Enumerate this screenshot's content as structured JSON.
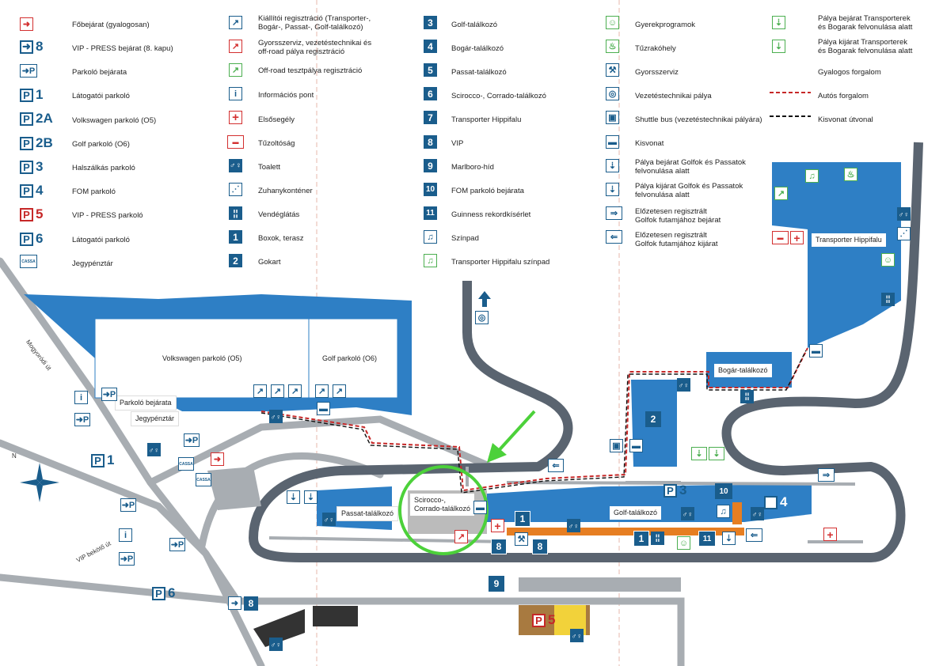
{
  "legend": {
    "col1": [
      {
        "icon": "entrance-arrow-icon",
        "text": "Főbejárat (gyalogosan)"
      },
      {
        "icon": "gate-8-icon",
        "sym": "8",
        "text": "VIP - PRESS bejárat (8. kapu)"
      },
      {
        "icon": "parking-entrance-icon",
        "text": "Parkoló bejárata"
      },
      {
        "icon": "parking-p1-icon",
        "sym": "1",
        "text": "Látogatói parkoló"
      },
      {
        "icon": "parking-p2a-icon",
        "sym": "2A",
        "text": "Volkswagen parkoló (O5)"
      },
      {
        "icon": "parking-p2b-icon",
        "sym": "2B",
        "text": "Golf parkoló (O6)"
      },
      {
        "icon": "parking-p3-icon",
        "sym": "3",
        "text": "Halszálkás parkoló"
      },
      {
        "icon": "parking-p4-icon",
        "sym": "4",
        "text": "FOM parkoló"
      },
      {
        "icon": "parking-p5-icon",
        "sym": "5",
        "text": "VIP - PRESS parkoló"
      },
      {
        "icon": "parking-p6-icon",
        "sym": "6",
        "text": "Látogatói parkoló"
      },
      {
        "icon": "ticket-office-icon",
        "sym": "CASSA",
        "text": "Jegypénztár"
      }
    ],
    "col2": [
      {
        "icon": "registration-icon",
        "text": "Kiállítói regisztráció (Transporter-,\nBogár-, Passat-, Golf-találkozó)"
      },
      {
        "icon": "fast-service-registration-icon",
        "text": "Gyorsszerviz, vezetéstechnikai és\noff-road pálya regisztráció"
      },
      {
        "icon": "offroad-registration-icon",
        "text": "Off-road tesztpálya regisztráció"
      },
      {
        "icon": "info-icon",
        "sym": "i",
        "text": "Információs pont"
      },
      {
        "icon": "first-aid-icon",
        "sym": "+",
        "text": "Elsősegély"
      },
      {
        "icon": "fire-department-icon",
        "text": "Tűzoltóság"
      },
      {
        "icon": "toilet-icon",
        "text": "Toalett"
      },
      {
        "icon": "shower-icon",
        "text": "Zuhanykonténer"
      },
      {
        "icon": "catering-icon",
        "text": "Vendéglátás"
      },
      {
        "icon": "boxes-1-icon",
        "sym": "1",
        "text": "Boxok, terasz"
      },
      {
        "icon": "gokart-2-icon",
        "sym": "2",
        "text": "Gokart"
      }
    ],
    "col3": [
      {
        "icon": "meeting-3-icon",
        "sym": "3",
        "text": "Golf-találkozó"
      },
      {
        "icon": "meeting-4-icon",
        "sym": "4",
        "text": "Bogár-találkozó"
      },
      {
        "icon": "meeting-5-icon",
        "sym": "5",
        "text": "Passat-találkozó"
      },
      {
        "icon": "meeting-6-icon",
        "sym": "6",
        "text": "Scirocco-, Corrado-találkozó"
      },
      {
        "icon": "meeting-7-icon",
        "sym": "7",
        "text": "Transporter Hippifalu"
      },
      {
        "icon": "vip-8-icon",
        "sym": "8",
        "text": "VIP"
      },
      {
        "icon": "bridge-9-icon",
        "sym": "9",
        "text": "Marlboro-híd"
      },
      {
        "icon": "fom-10-icon",
        "sym": "10",
        "text": "FOM parkoló bejárata"
      },
      {
        "icon": "guinness-11-icon",
        "sym": "11",
        "text": "Guinness rekordkísérlet"
      },
      {
        "icon": "stage-icon",
        "text": "Színpad"
      },
      {
        "icon": "hippie-stage-icon",
        "text": "Transporter Hippifalu színpad"
      }
    ],
    "col4": [
      {
        "icon": "kids-program-icon",
        "text": "Gyerekprogramok"
      },
      {
        "icon": "fireplace-icon",
        "text": "Tűzrakóhely"
      },
      {
        "icon": "wrench-icon",
        "text": "Gyorsszerviz"
      },
      {
        "icon": "steering-wheel-icon",
        "text": "Vezetéstechnikai pálya"
      },
      {
        "icon": "shuttle-bus-icon",
        "text": "Shuttle bus (vezetéstechnikai pályára)"
      },
      {
        "icon": "mini-train-icon",
        "text": "Kisvonat"
      },
      {
        "icon": "track-entry-golf-icon",
        "text": "Pálya bejárat Golfok és Passatok\nfelvonulása alatt"
      },
      {
        "icon": "track-exit-golf-icon",
        "text": "Pálya kijárat Golfok és Passatok\nfelvonulása alatt"
      },
      {
        "icon": "prereg-entry-icon",
        "text": "Előzetesen regisztrált\nGolfok futamjához bejárat"
      },
      {
        "icon": "prereg-exit-icon",
        "text": "Előzetesen regisztrált\nGolfok futamjához kijárat"
      }
    ],
    "col5": [
      {
        "icon": "transporter-entry-icon",
        "text": "Pálya bejárat Transporterek\nés Bogarak felvonulása alatt"
      },
      {
        "icon": "transporter-exit-icon",
        "text": "Pálya kijárat Transporterek\nés  Bogarak felvonulása alatt"
      },
      {
        "icon": "pedestrian-line",
        "text": "Gyalogos forgalom"
      },
      {
        "icon": "car-traffic-line",
        "text": "Autós forgalom"
      },
      {
        "icon": "train-route-line",
        "text": "Kisvonat útvonal"
      }
    ]
  },
  "map": {
    "labels": {
      "vw_parking": "Volkswagen parkoló (O5)",
      "golf_parking": "Golf parkoló (O6)",
      "parking_entrance": "Parkoló bejárata",
      "ticket_office": "Jegypénztár",
      "passat": "Passat-találkozó",
      "scirocco": "Scirocco-,\nCorrado-találkozó",
      "golf": "Golf-találkozó",
      "bogar": "Bogár-találkozó",
      "hippifalu": "Transporter Hippifalu",
      "road_mogyorodi": "Mogyoródi út",
      "road_vip": "VIP bekötő út",
      "compass": "N",
      "cassa": "CASSA"
    },
    "markers": {
      "p1": "1",
      "p2": "2",
      "p3": "3",
      "p4": "4",
      "p5": "5",
      "p6": "6",
      "n1": "1",
      "n8": "8",
      "n9": "9",
      "n10": "10",
      "n11": "11",
      "p": "P"
    },
    "colors": {
      "track": "#5a6470",
      "zone": "#2e7fc5",
      "road": "#a8adb2",
      "highlight": "#4cd13a",
      "hippie": "#4caf50",
      "red": "#c62828"
    }
  }
}
